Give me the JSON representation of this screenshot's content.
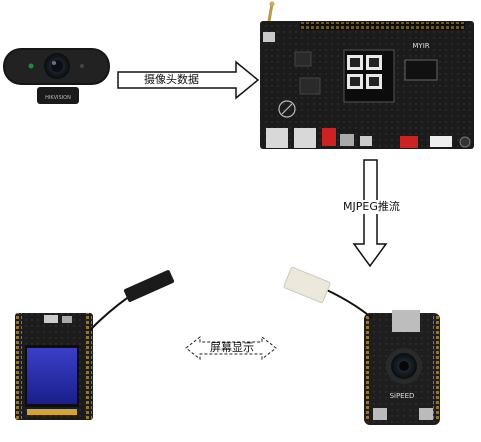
{
  "labels": {
    "camera_data": "摄像头数据",
    "mjpeg_stream": "MJPEG推流",
    "screen_display": "屏幕显示"
  },
  "devices": {
    "webcam_brand": "HIKVISION",
    "board_brand": "MYIR",
    "sipeed_brand": "SiPEED"
  }
}
